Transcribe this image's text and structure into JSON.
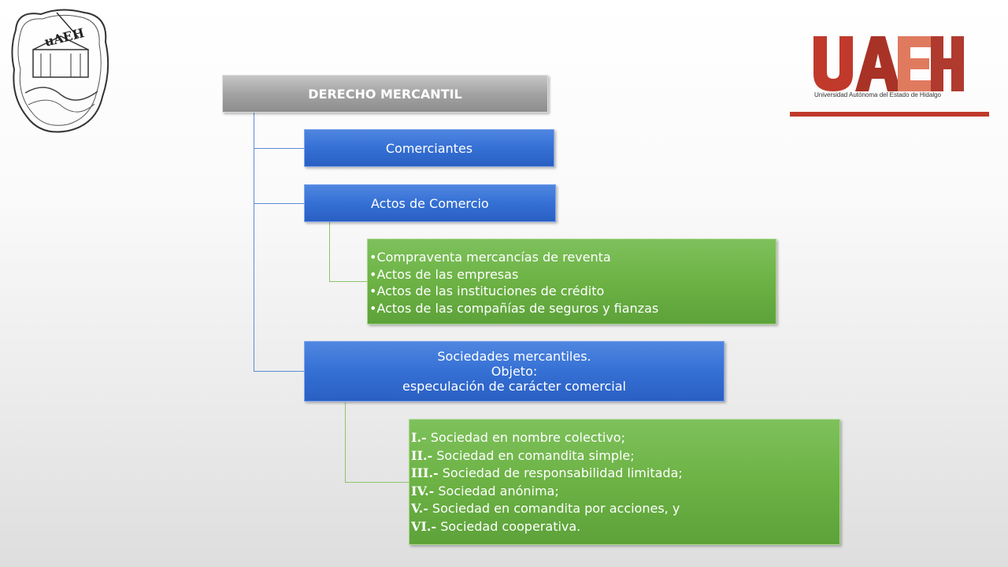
{
  "logo_right": {
    "mark": "UAEH",
    "subtitle": "Universidad Autónoma del Estado de Hidalgo",
    "colors": [
      "#c0392b",
      "#a93226",
      "#e07a5f"
    ]
  },
  "logo_left": {
    "mark": "uAEH"
  },
  "diagram": {
    "root": "DERECHO MERCANTIL",
    "comerciantes": "Comerciantes",
    "actos": "Actos de Comercio",
    "actos_items": [
      "Compraventa mercancías de reventa",
      "Actos de las empresas",
      "Actos de las instituciones de crédito",
      "Actos de las compañías de seguros y fianzas"
    ],
    "sociedades_lines": [
      "Sociedades mercantiles.",
      "Objeto:",
      "especulación de carácter comercial"
    ],
    "sociedades_items": [
      {
        "num": "I.-",
        "text": " Sociedad en nombre colectivo;"
      },
      {
        "num": "II.-",
        "text": " Sociedad en comandita simple;"
      },
      {
        "num": "III.-",
        "text": " Sociedad de responsabilidad limitada;"
      },
      {
        "num": "IV.-",
        "text": " Sociedad anónima;"
      },
      {
        "num": "V.-",
        "text": " Sociedad en comandita por acciones, y"
      },
      {
        "num": "VI.-",
        "text": " Sociedad cooperativa."
      }
    ]
  }
}
